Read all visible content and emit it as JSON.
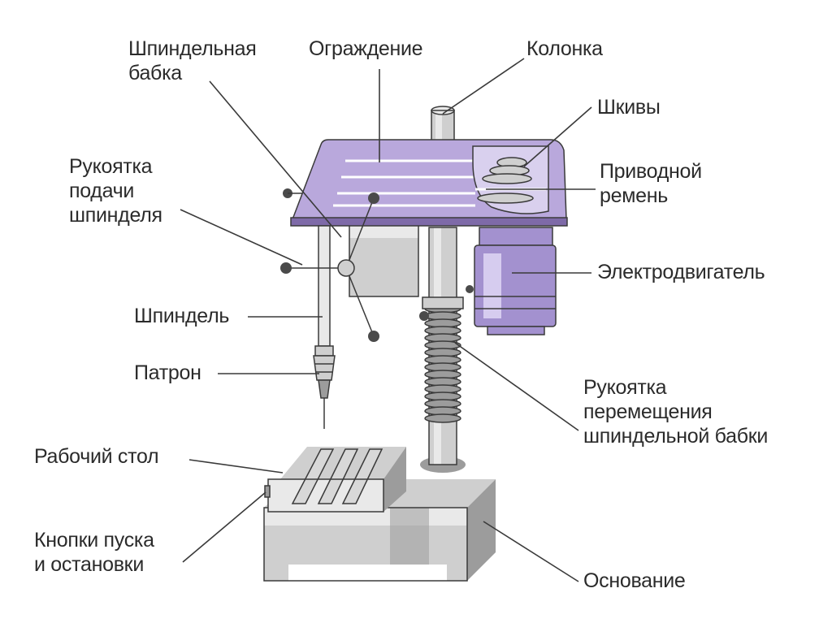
{
  "colors": {
    "housing": "#b9a8dc",
    "housing_dark": "#7e6aa8",
    "motor": "#a391cf",
    "metal_light": "#e9e9e9",
    "metal": "#cfcfcf",
    "metal_dark": "#9c9c9c",
    "outline": "#3a3a3a",
    "leader": "#3a3a3a",
    "text": "#2b2b2b"
  },
  "labels": {
    "headstock": [
      "Шпиндельная",
      "бабка"
    ],
    "guard": "Ограждение",
    "column": "Колонка",
    "pulleys": "Шкивы",
    "belt": [
      "Приводной",
      "ремень"
    ],
    "feed_handle": [
      "Рукоятка",
      "подачи",
      "шпинделя"
    ],
    "motor": "Электродвигатель",
    "spindle": "Шпиндель",
    "chuck": "Патрон",
    "raise_handle": [
      "Рукоятка",
      "перемещения",
      "шпиндельной бабки"
    ],
    "table": "Рабочий стол",
    "buttons": [
      "Кнопки пуска",
      "и остановки"
    ],
    "base": "Основание"
  }
}
